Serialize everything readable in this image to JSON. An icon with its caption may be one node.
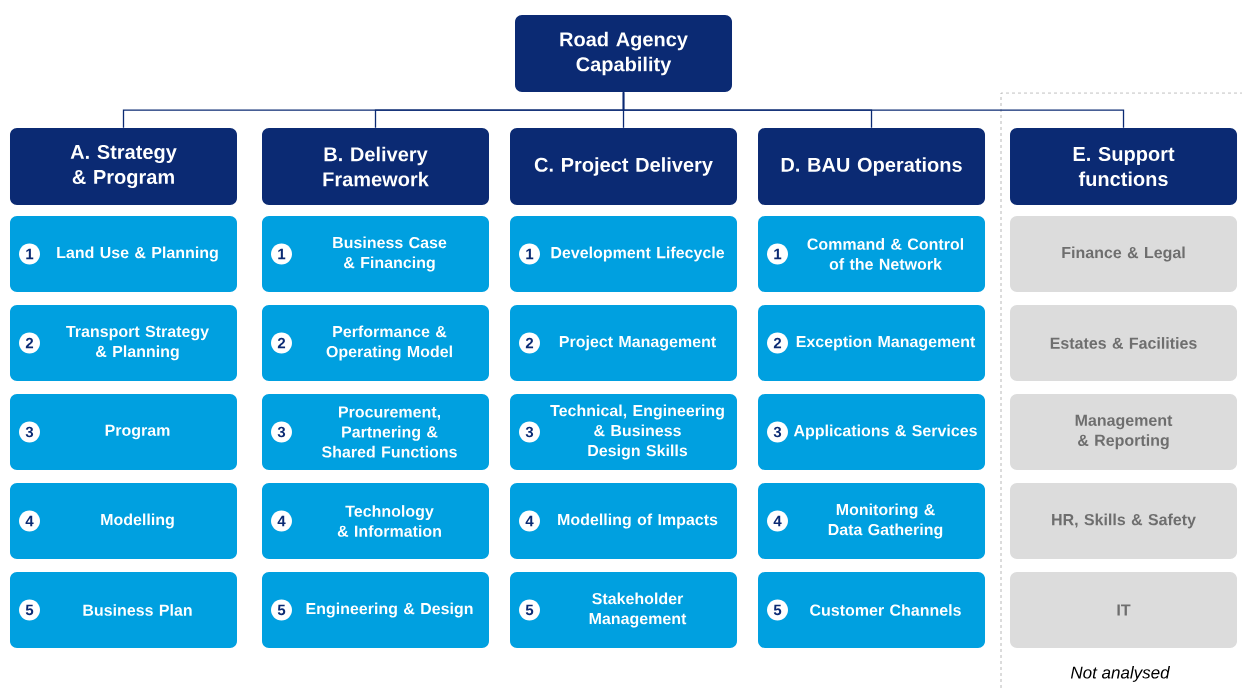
{
  "diagram": {
    "nodes": [
      {
        "text": [
          "Road Agency Capability"
        ]
      },
      {
        "text": [
          "A. Strategy & Program"
        ]
      },
      {
        "text": [
          "B. Delivery Framework"
        ]
      },
      {
        "text": [
          "C. Project Delivery"
        ]
      },
      {
        "text": [
          "D. BAU Operations"
        ]
      },
      {
        "text": [
          "E. Support functions"
        ]
      },
      {
        "text": [
          "1",
          "Land Use & Planning"
        ]
      },
      {
        "text": [
          "2",
          "Transport Strategy & Planning"
        ]
      },
      {
        "text": [
          "3",
          "Program"
        ]
      },
      {
        "text": [
          "4",
          "Modelling"
        ]
      },
      {
        "text": [
          "5",
          "Business Plan"
        ]
      },
      {
        "text": [
          "1",
          "Business Case & Financing"
        ]
      },
      {
        "text": [
          "2",
          "Performance & Operating Model"
        ]
      },
      {
        "text": [
          "3",
          "Procurement, Partnering & Shared Functions"
        ]
      },
      {
        "text": [
          "4",
          "Technology & Information"
        ]
      },
      {
        "text": [
          "5",
          "Engineering & Design"
        ]
      },
      {
        "text": [
          "1",
          "Development Lifecycle"
        ]
      },
      {
        "text": [
          "2",
          "Project Management"
        ]
      },
      {
        "text": [
          "3",
          "Technical, Engineering & Business Design Skills"
        ]
      },
      {
        "text": [
          "4",
          "Modelling of Impacts"
        ]
      },
      {
        "text": [
          "5",
          "Stakeholder Management"
        ]
      },
      {
        "text": [
          "1",
          "Command & Control of the Network"
        ]
      },
      {
        "text": [
          "2",
          "Exception Management"
        ]
      },
      {
        "text": [
          "3",
          "Applications & Services"
        ]
      },
      {
        "text": [
          "4",
          "Monitoring & Data Gathering"
        ]
      },
      {
        "text": [
          "5",
          "Customer Channels"
        ]
      },
      {
        "text": [
          "Finance & Legal"
        ]
      },
      {
        "text": [
          "Estates & Facilities"
        ]
      },
      {
        "text": [
          "Management & Reporting"
        ]
      },
      {
        "text": [
          "HR, Skills & Safety"
        ]
      },
      {
        "text": [
          "IT"
        ]
      }
    ],
    "edges": [
      {
        "from": 0,
        "to": 1,
        "arrow": "none"
      },
      {
        "from": 0,
        "to": 2,
        "arrow": "none"
      },
      {
        "from": 0,
        "to": 3,
        "arrow": "none"
      },
      {
        "from": 0,
        "to": 4,
        "arrow": "none"
      },
      {
        "from": 0,
        "to": 5,
        "arrow": "none"
      }
    ],
    "labels": [
      "Not analysed"
    ]
  }
}
